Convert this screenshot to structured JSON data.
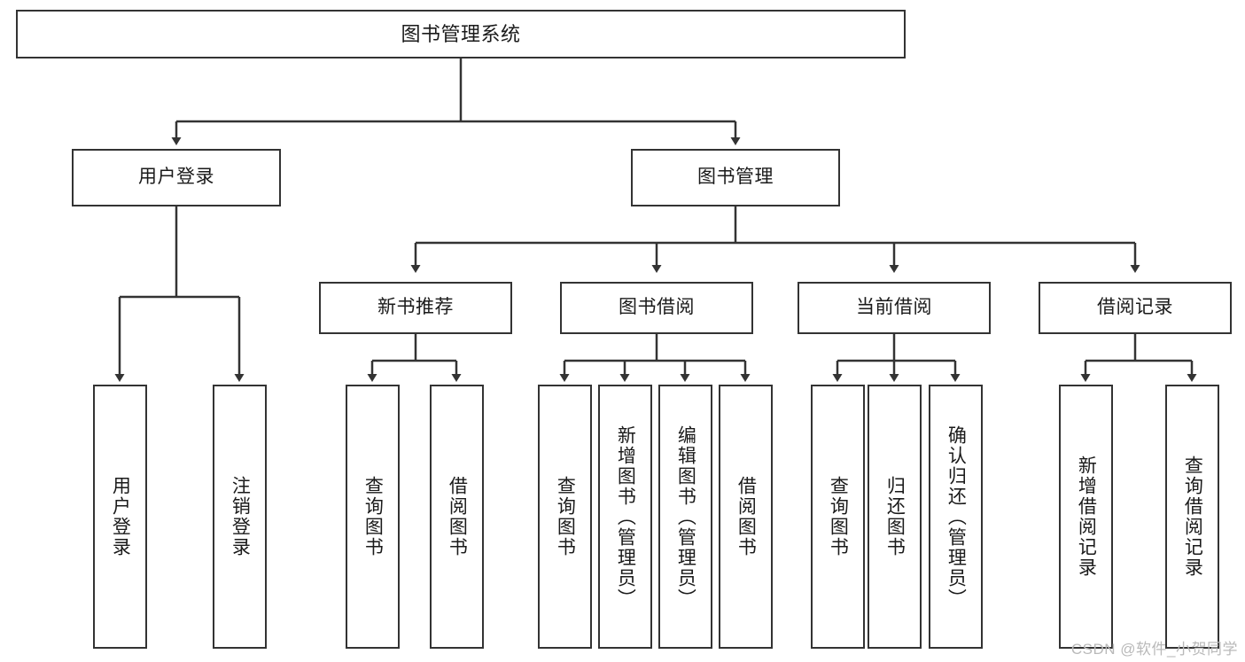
{
  "diagram": {
    "type": "tree-hierarchy",
    "title": "图书管理系统",
    "watermark": "CSDN @软件_小贺同学",
    "colors": {
      "box_border": "#333333",
      "box_fill": "#ffffff",
      "connector": "#333333",
      "background": "#ffffff",
      "watermark": "#b9b9b9"
    },
    "root": {
      "label": "图书管理系统"
    },
    "level2": [
      {
        "label": "用户登录"
      },
      {
        "label": "图书管理"
      }
    ],
    "level3": [
      {
        "label": "新书推荐"
      },
      {
        "label": "图书借阅"
      },
      {
        "label": "当前借阅"
      },
      {
        "label": "借阅记录"
      }
    ],
    "leaves": {
      "user_login": [
        {
          "label": "用户登录"
        },
        {
          "label": "注销登录"
        }
      ],
      "new_book": [
        {
          "label": "查询图书"
        },
        {
          "label": "借阅图书"
        }
      ],
      "book_borrow": [
        {
          "label": "查询图书"
        },
        {
          "label": "新增图书（管理员）"
        },
        {
          "label": "编辑图书（管理员）"
        },
        {
          "label": "借阅图书"
        }
      ],
      "current_borrow": [
        {
          "label": "查询图书"
        },
        {
          "label": "归还图书"
        },
        {
          "label": "确认归还（管理员）"
        }
      ],
      "borrow_record": [
        {
          "label": "新增借阅记录"
        },
        {
          "label": "查询借阅记录"
        }
      ]
    }
  }
}
